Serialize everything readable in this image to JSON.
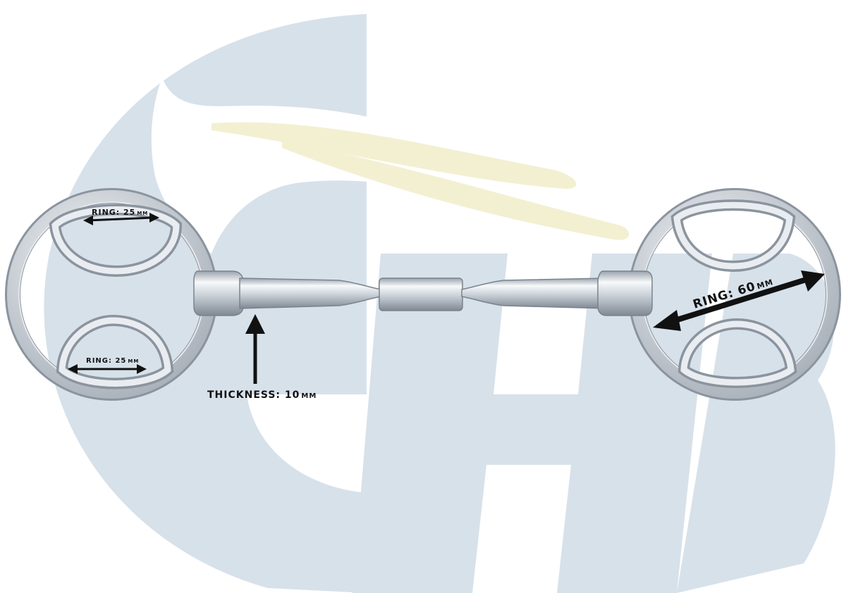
{
  "product": {
    "type": "bridoon snaffle bit with double-loop rings",
    "watermark_logo": "HB"
  },
  "dimensions": {
    "left_top_ring": {
      "label": "RING: 25",
      "unit": "MM"
    },
    "left_bottom_ring": {
      "label": "RING: 25",
      "unit": "MM"
    },
    "right_ring": {
      "label": "RING: 60",
      "unit": "MM"
    },
    "thickness": {
      "label": "THICKNESS: 10",
      "unit": "MM"
    }
  },
  "colors": {
    "watermark_blue": "#d7e1ea",
    "watermark_cream": "#f3f0d2",
    "steel_light": "#f4f6f8",
    "steel_mid": "#c7ced6",
    "steel_dark": "#8b949e",
    "arrow": "#111111"
  }
}
